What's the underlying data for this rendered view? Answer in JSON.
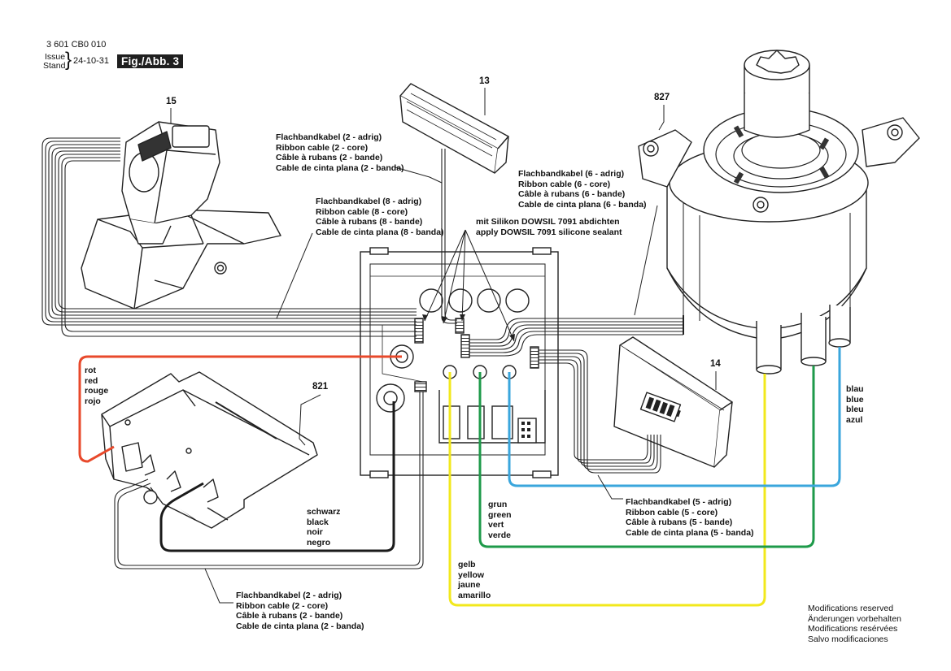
{
  "header": {
    "doc_number": "3 601 CB0 010",
    "issue_label": "Issue",
    "stand_label": "Stand",
    "brace": "}",
    "date": "24-10-31",
    "figure": "Fig./Abb. 3"
  },
  "parts": {
    "p15": "15",
    "p13": "13",
    "p827": "827",
    "p14": "14",
    "p821": "821"
  },
  "labels": {
    "ribbon2_top": [
      "Flachbandkabel (2 - adrig)",
      "Ribbon cable (2 - core)",
      "Câble à rubans (2 - bande)",
      "Cable de cinta plana (2 - banda)"
    ],
    "ribbon6": [
      "Flachbandkabel (6 - adrig)",
      "Ribbon cable (6 - core)",
      "Câble à rubans (6 - bande)",
      "Cable de cinta plana (6 - banda)"
    ],
    "ribbon8": [
      "Flachbandkabel (8 - adrig)",
      "Ribbon cable (8 - core)",
      "Câble à rubans (8 - bande)",
      "Cable de cinta plana (8 - banda)"
    ],
    "silicone": [
      "mit Silikon DOWSIL 7091 abdichten",
      "apply DOWSIL 7091 silicone sealant"
    ],
    "red": [
      "rot",
      "red",
      "rouge",
      "rojo"
    ],
    "black": [
      "schwarz",
      "black",
      "noir",
      "negro"
    ],
    "green": [
      "grun",
      "green",
      "vert",
      "verde"
    ],
    "blue": [
      "blau",
      "blue",
      "bleu",
      "azul"
    ],
    "yellow": [
      "gelb",
      "yellow",
      "jaune",
      "amarillo"
    ],
    "ribbon5": [
      "Flachbandkabel (5 - adrig)",
      "Ribbon cable (5 - core)",
      "Câble à rubans (5 - bande)",
      "Cable de cinta plana (5 - banda)"
    ],
    "ribbon2_bottom": [
      "Flachbandkabel (2 - adrig)",
      "Ribbon cable (2 - core)",
      "Câble à rubans (2 - bande)",
      "Cable de cinta plana (2 - banda)"
    ],
    "modifications": [
      "Modifications reserved",
      "Änderungen vorbehalten",
      "Modifications resérvées",
      "Salvo modificaciones"
    ]
  },
  "colors": {
    "red_wire": "#e8492b",
    "black_wire": "#1a1a1a",
    "yellow_wire": "#f2e81c",
    "green_wire": "#1e9a4a",
    "blue_wire": "#3aa6dc",
    "line": "#222222"
  }
}
